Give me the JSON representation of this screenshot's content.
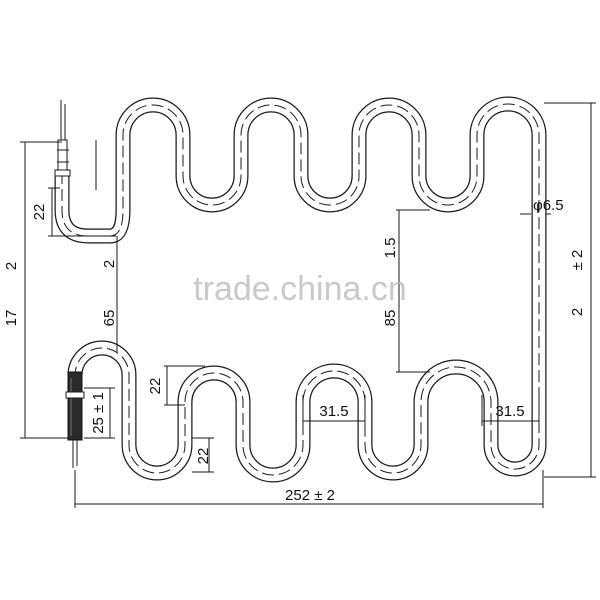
{
  "labels": {
    "dia": "φ6.5",
    "pm2": "± 2",
    "two": "2",
    "overall_width": "252 ± 2",
    "pitch_a": "31.5",
    "pitch_b": "31.5",
    "depth_a": "22",
    "depth_b": "22",
    "depth_c": "22",
    "inner_gap_a": "85",
    "inner_gap_b": "1.5",
    "left_a": "65",
    "left_b": "2",
    "left_overall": "17",
    "left_2": "2",
    "terminal": "25 ± 1"
  },
  "watermark": "trade.china.cn"
}
